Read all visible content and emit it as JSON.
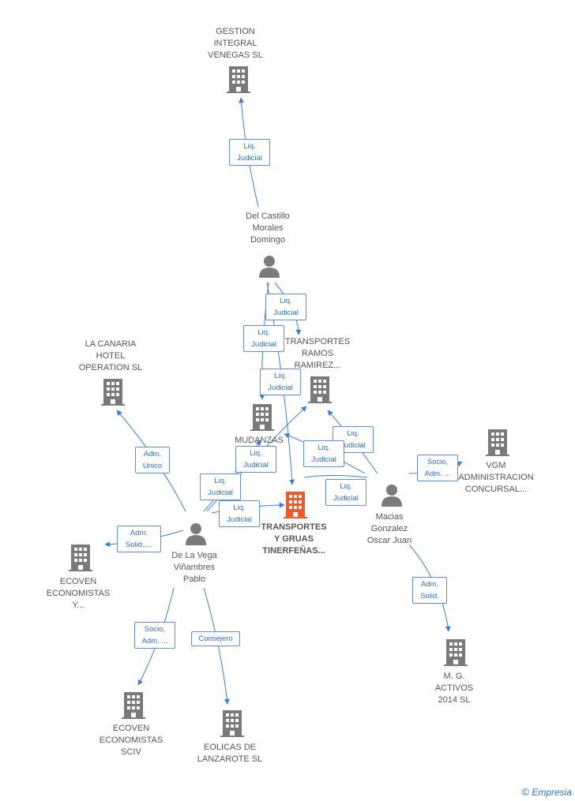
{
  "colors": {
    "edge": "#3b7fd9",
    "label_border": "#5b8fd6",
    "label_text": "#2a6fc9",
    "icon": "#7a7a7a",
    "main_icon": "#f05a28"
  },
  "nodes": {
    "gestion": "GESTION\nINTEGRAL\nVENEGAS SL",
    "castillo": "Del Castillo\nMorales\nDomingo",
    "canaria": "LA CANARIA\nHOTEL\nOPERATION SL",
    "ramos": "TRANSPORTES\nRAMOS\nRAMIREZ...",
    "mudanzas": "MUDANZAS\n...",
    "vgm": "VGM\nADMINISTRACION\nCONCURSAL...",
    "main": "TRANSPORTES\nY GRUAS\nTINERFEÑAS...",
    "macias": "Macias\nGonzalez\nOscar Juan",
    "devega": "De La Vega\nViñambres\nPablo",
    "ecoven_y": "ECOVEN\nECONOMISTAS\nY...",
    "ecoven_sciv": "ECOVEN\nECONOMISTAS\nSCIV",
    "eolicas": "EOLICAS DE\nLANZAROTE SL",
    "mg": "M. G.\nACTIVOS\n2014  SL"
  },
  "edge_labels": {
    "l1": "Liq.\nJudicial",
    "l2": "Liq.\nJudicial",
    "l3": "Liq.\nJudicial",
    "l4": "Liq.\nJudicial",
    "l5": "Liq.\nJudicial",
    "l6": "Liq.\nJudicial",
    "l7": "Liq.\nJudicial",
    "l8": "Liq.\nJudicial",
    "l9": "Liq.\nJudicial",
    "l10": "Liq.\nJudicial",
    "adm_unico": "Adm.\nUnico",
    "adm_solid_dv": "Adm.\nSolid.,...",
    "socio_vgm": "Socio,\nAdm. ...",
    "socio_dv": "Socio,\nAdm. ...",
    "consejero": "Consejero",
    "adm_solid_mg": "Adm.\nSolid."
  },
  "footer": {
    "copyright": "©",
    "brand": "Empresia"
  }
}
